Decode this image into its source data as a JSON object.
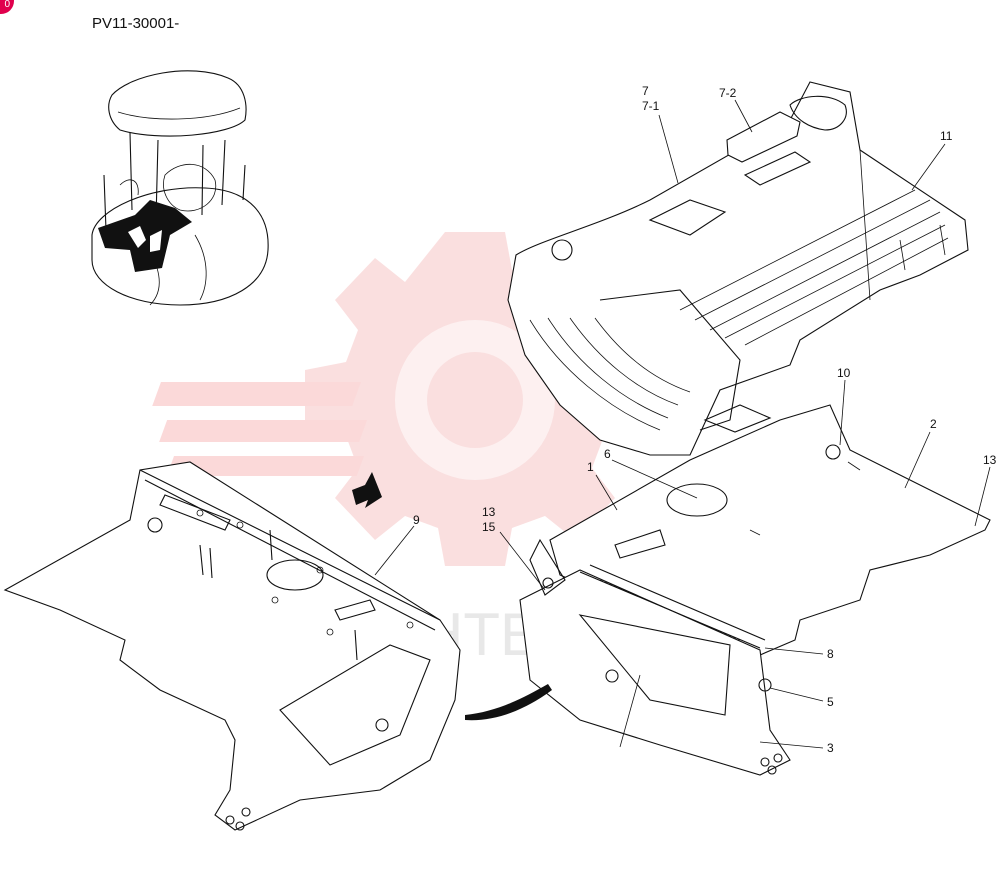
{
  "diagram": {
    "part_number": "PV11-30001-",
    "badge": "0",
    "watermark": "LIHTEX",
    "callouts": [
      {
        "id": "c7",
        "text": "7"
      },
      {
        "id": "c7-1",
        "text": "7-1"
      },
      {
        "id": "c7-2",
        "text": "7-2"
      },
      {
        "id": "c11",
        "text": "11"
      },
      {
        "id": "c10",
        "text": "10"
      },
      {
        "id": "c2",
        "text": "2"
      },
      {
        "id": "c13a",
        "text": "13"
      },
      {
        "id": "c1",
        "text": "1"
      },
      {
        "id": "c6",
        "text": "6"
      },
      {
        "id": "c13b",
        "text": "13"
      },
      {
        "id": "c15",
        "text": "15"
      },
      {
        "id": "c9",
        "text": "9"
      },
      {
        "id": "c8",
        "text": "8"
      },
      {
        "id": "c5",
        "text": "5"
      },
      {
        "id": "c3",
        "text": "3"
      }
    ]
  }
}
